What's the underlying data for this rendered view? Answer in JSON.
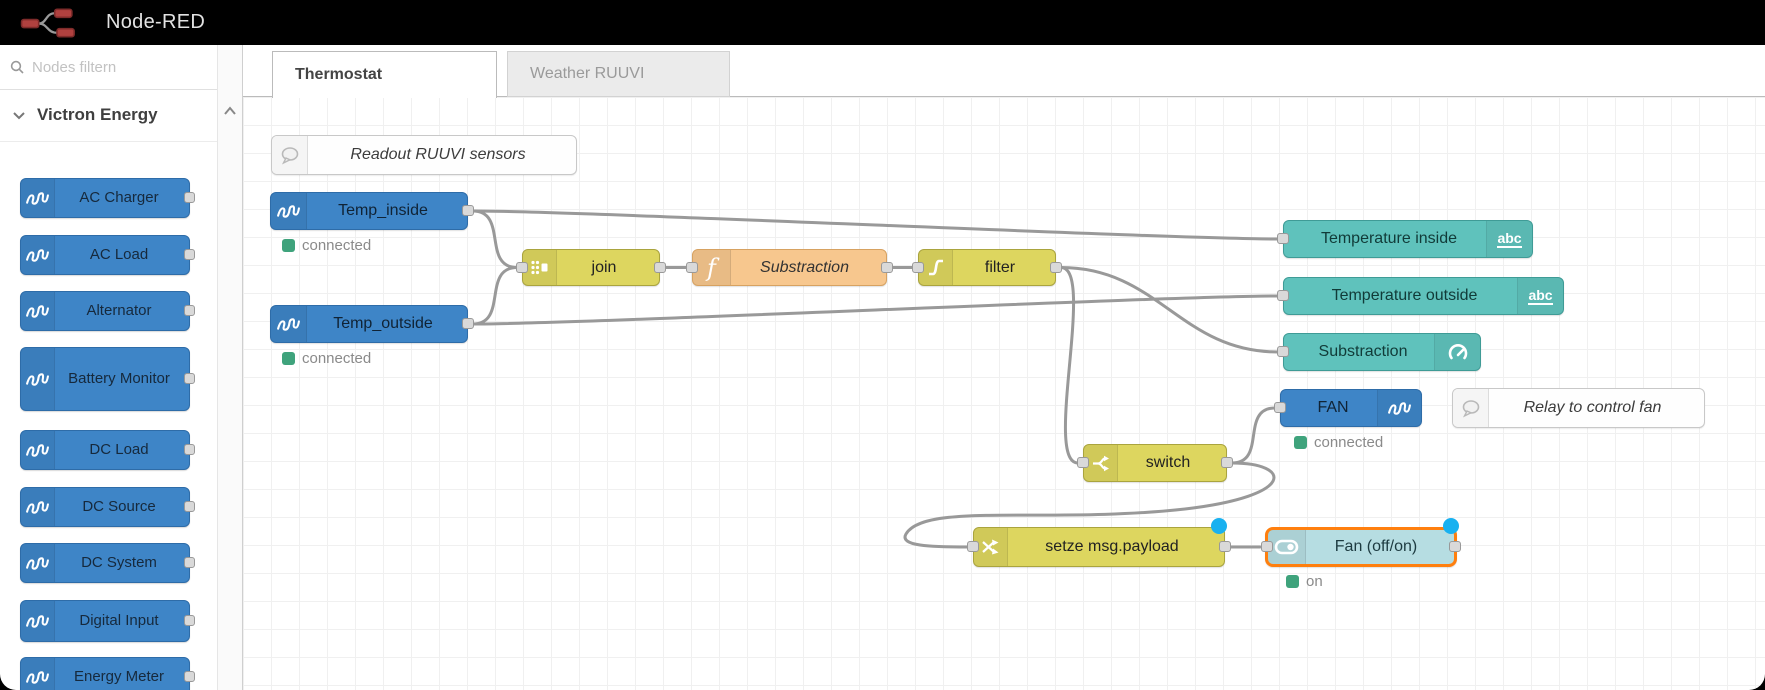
{
  "header": {
    "title": "Node-RED",
    "logo_icon": "node-red-logo"
  },
  "sidebar": {
    "search": {
      "placeholder": "Nodes filtern",
      "icon": "search-icon"
    },
    "category": {
      "label": "Victron Energy",
      "chevron_icon": "chevron-down-icon"
    },
    "scroll_up_icon": "chevron-up-icon",
    "items": [
      {
        "label": "AC Charger"
      },
      {
        "label": "AC Load"
      },
      {
        "label": "Alternator"
      },
      {
        "label": "Battery Monitor"
      },
      {
        "label": "DC Load"
      },
      {
        "label": "DC Source"
      },
      {
        "label": "DC System"
      },
      {
        "label": "Digital Input"
      },
      {
        "label": "Energy Meter"
      }
    ]
  },
  "tabs": [
    {
      "label": "Thermostat",
      "active": true
    },
    {
      "label": "Weather RUUVI",
      "active": false
    }
  ],
  "flow": {
    "nodes": [
      {
        "id": "comment-readout",
        "kind": "comment",
        "icon": "comment-bubble-icon",
        "label": "Readout RUUVI sensors"
      },
      {
        "id": "temp-inside",
        "kind": "victron-in",
        "icon": "victron-icon",
        "label": "Temp_inside",
        "status": {
          "color": "green",
          "text": "connected"
        }
      },
      {
        "id": "temp-outside",
        "kind": "victron-in",
        "icon": "victron-icon",
        "label": "Temp_outside",
        "status": {
          "color": "green",
          "text": "connected"
        }
      },
      {
        "id": "join",
        "kind": "yellow",
        "icon": "join-icon",
        "label": "join"
      },
      {
        "id": "substraction-fn",
        "kind": "function",
        "icon": "function-icon",
        "label": "Substraction",
        "italic": true
      },
      {
        "id": "filter",
        "kind": "yellow",
        "icon": "filter-icon",
        "label": "filter"
      },
      {
        "id": "ui-temp-inside",
        "kind": "ui-text",
        "icon": "abc-icon",
        "label": "Temperature inside"
      },
      {
        "id": "ui-temp-outside",
        "kind": "ui-text",
        "icon": "abc-icon",
        "label": "Temperature outside"
      },
      {
        "id": "ui-substraction",
        "kind": "ui-gauge",
        "icon": "gauge-icon",
        "label": "Substraction"
      },
      {
        "id": "fan-out",
        "kind": "victron-out",
        "icon": "victron-icon",
        "label": "FAN",
        "status": {
          "color": "green",
          "text": "connected"
        }
      },
      {
        "id": "comment-relay",
        "kind": "comment",
        "icon": "comment-bubble-icon",
        "label": "Relay to control fan"
      },
      {
        "id": "switch",
        "kind": "yellow",
        "icon": "switch-icon",
        "label": "switch"
      },
      {
        "id": "change-setze",
        "kind": "yellow",
        "icon": "change-icon",
        "label": "setze msg.payload",
        "modified": true
      },
      {
        "id": "fan-switch",
        "kind": "ui-switch",
        "icon": "toggle-icon",
        "label": "Fan (off/on)",
        "modified": true,
        "selected": true,
        "status": {
          "color": "green",
          "text": "on"
        }
      }
    ]
  },
  "colors": {
    "victron_blue": "#3e85c7",
    "victron_border": "#2e6ca8",
    "yellow": "#ddd65f",
    "yellow_border": "#aaa43e",
    "function_orange": "#f7c78e",
    "function_border": "#d7a261",
    "teal": "#5fc2bc",
    "teal_border": "#3f9b96",
    "ui_switch_blue": "#b6dde2",
    "selected_orange": "#ff7f0e",
    "comment_bg": "#fefefe",
    "comment_border": "#c8c8c8",
    "status_green": "#3fa37c",
    "modified_blue": "#19b1f0",
    "wire": "#999999"
  }
}
